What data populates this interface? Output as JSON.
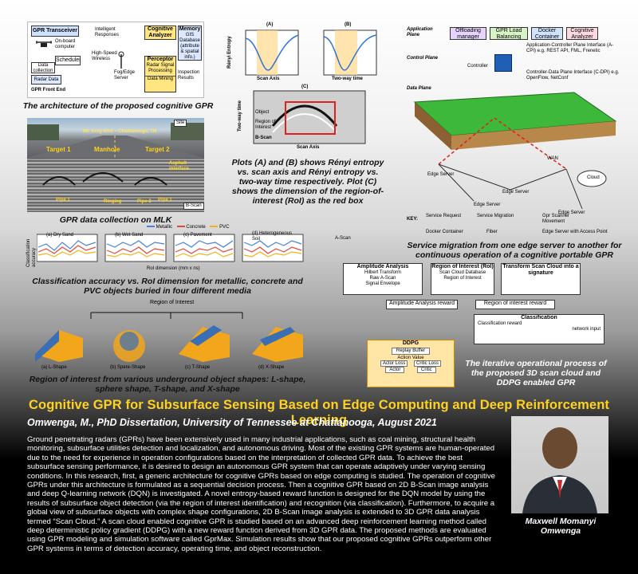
{
  "arch": {
    "caption": "The architecture of the proposed cognitive GPR",
    "gpr_transceiver": "GPR Transceiver",
    "onboard": "On-board computer",
    "scheduler": "Scheduler",
    "data_collection": "Data collection",
    "radar_data": "Radar Data",
    "gpr_front_end": "GPR Front End",
    "intelligent_responses": "Intelligent Responses",
    "high_speed": "High-Speed Wireless",
    "fog_edge": "Fog/Edge Server",
    "cognitive_analyzer": "Cognitive Analyzer",
    "memory": "Memory",
    "memory_detail": "GIS Database (attribute & spatial info.)",
    "perceptor": "Perceptor",
    "radar_signal": "Radar Signal Processing",
    "data_mining": "Data Mining",
    "inspection": "Inspection Results"
  },
  "mlk": {
    "caption": "GPR data collection on MLK",
    "street": "Mt. King blvd – Chattanooga, TN",
    "site": "Site",
    "target1": "Target 1",
    "manhole": "Manhole",
    "target2": "Target 2",
    "asphalt": "Asphalt interface",
    "pipe1a": "Pipe 1",
    "ringing": "Ringing",
    "pipe2": "Pipe 2",
    "pipe1b": "Pipe 1",
    "bscan": "B-Scan"
  },
  "renyi": {
    "caption": "Plots (A) and (B) shows Rényi entropy vs. scan axis and Rényi entropy vs. two-way time respectively. Plot (C) shows the dimension of the region-of-interest (RoI) as the red box",
    "label_a": "(A)",
    "label_b": "(B)",
    "label_c": "(C)",
    "ylabel": "Rényi Entropy",
    "xlabel_a": "Scan Axis",
    "xlabel_b": "Two-way time",
    "c_ylabel": "Two-way time",
    "c_xlabel": "Scan Axis",
    "object": "Object",
    "roi": "Region of Interest",
    "bscan": "B-Scan"
  },
  "arch_net": {
    "caption": "Service migration from one edge server to another for continuous operation of a cognitive portable GPR",
    "application_plane": "Application Plane",
    "offloading": "Offloading manager",
    "gpr_load": "GPR Load Balancing manager",
    "docker": "Docker Container",
    "cognitive": "Cognitive Analyzer",
    "api": "Application-Controller Plane Interface (A-CPI) e.g. REST API, FML, Frenetic",
    "control_plane": "Control Plane",
    "controller": "Controller",
    "cdpi": "Controller-Data Plane Interface (C-DPI) e.g. OpenFlow, NetConf",
    "data_plane": "Data Plane",
    "edge1": "Edge Server",
    "edge2": "Edge Server",
    "edge3": "Edge Server",
    "edge4": "Edge Server",
    "wan": "WAN",
    "cloud": "Cloud",
    "key": "KEY:",
    "service_request": "Service Request",
    "service_migration": "Service Migration",
    "gpr_movement": "Gpr Scanner Movement",
    "docker_container": "Docker Container",
    "fiber": "Fiber",
    "edge_ap": "Edge Server with Access Point"
  },
  "classif": {
    "caption": "Classification accuracy vs. RoI dimension for metallic, concrete and PVC objects buried in four different media",
    "legend_metallic": "Metallic",
    "legend_concrete": "Concrete",
    "legend_pvc": "PVC",
    "ylabel": "Classification accuracy",
    "xlabel": "RoI dimension (mm x ns)",
    "panel_a": "(a) Dry Sand",
    "panel_b": "(b) Wet Sand",
    "panel_c": "(c) Pavement",
    "panel_d": "(d) Heterogeneous Soil"
  },
  "shapes": {
    "caption": "Region of interest from various underground object shapes: L-shape, sphere shape, T-shape, and X-shape",
    "roi": "Region of Interest",
    "a": "(a) L-Shape",
    "b": "(b) Spere-Shape",
    "c": "(c) T-Shape",
    "d": "(d) X-Shape"
  },
  "ddpg": {
    "caption": "The iterative operational process of the proposed 3D scan cloud and DDPG enabled GPR",
    "ascan": "A-Scan",
    "amplitude": "Amplitude Analysis",
    "hilbert": "Hilbert Transform",
    "raw": "Raw A-Scan",
    "envelope": "Signal Envelope",
    "roi": "Region of Interest (RoI)",
    "scan_cloud": "Scan Cloud Database",
    "roi_small": "Region of Interest",
    "transform": "Transform Scan Cloud into a signature",
    "amp_reward": "Amplitude Analysis reward",
    "roi_reward": "Region of interest reward",
    "classification": "Classification",
    "class_reward": "Classification reward",
    "network": "network input",
    "ddpg": "DDPG",
    "replay": "Replay Buffer",
    "action": "Action Value",
    "actor_loss": "Actor Loss",
    "critic_loss": "Critic Loss",
    "actor": "Actor",
    "critic": "Critic"
  },
  "title": "Cognitive GPR for Subsurface Sensing Based on Edge Computing and Deep Reinforcement Learning",
  "subtitle": "Omwenga, M., PhD Dissertation, University of Tennessee at Chattanooga,  August 2021",
  "abstract": "Ground penetrating radars (GPRs) have been extensively used in many industrial applications, such as coal mining, structural health monitoring, subsurface utilities detection and localization, and autonomous driving. Most of the existing GPR systems are human-operated due to the need for experience in operation configurations based on the interpretation of collected GPR data. To achieve the best subsurface sensing performance, it is desired to design an autonomous GPR system that can operate adaptively under varying sensing conditions. In this research, first, a generic architecture for cognitive GPRs based on edge computing is studied. The operation of cognitive GPRs under this architecture is formulated as a sequential decision process. Then a cognitive GPR based on 2D B-Scan image analysis and deep Q-learning network (DQN) is investigated. A novel entropy-based reward function is designed for the DQN model by using the results of subsurface object detection (via the region of interest identification) and recognition (via classification). Furthermore, to acquire a global view of subsurface objects with complex shape configurations, 2D B-Scan image analysis is extended to 3D GPR data analysis termed “Scan Cloud.” A scan cloud enabled cognitive GPR is studied based on an advanced deep reinforcement learning method called deep deterministic policy gradient (DDPG) with a new reward function derived from 3D GPR data. The proposed methods are evaluated using GPR modeling and simulation software called GprMax. Simulation results show that our proposed cognitive GPRs outperform other GPR systems in terms of detection accuracy, operating time, and object reconstruction.",
  "author": {
    "name1": "Maxwell Momanyi",
    "name2": "Omwenga"
  },
  "colors": {
    "title": "#ffd21f",
    "metallic": "#4a7fd6",
    "concrete": "#e0473d",
    "pvc": "#f2b01c"
  }
}
